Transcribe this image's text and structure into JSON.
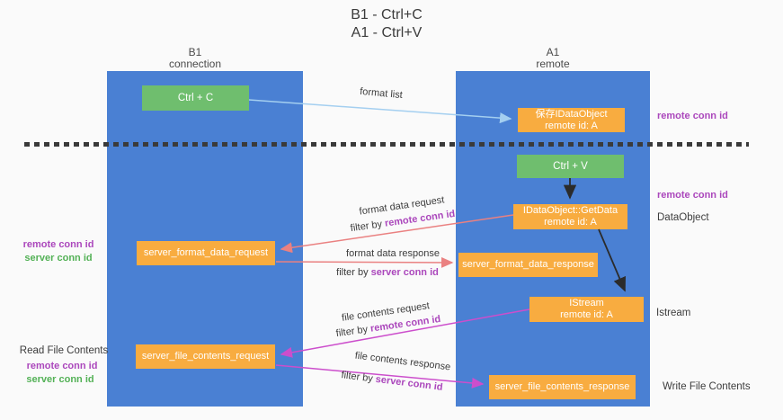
{
  "title": {
    "line1": "B1 - Ctrl+C",
    "line2": "A1 - Ctrl+V"
  },
  "columns": [
    {
      "name": "B1",
      "subtitle": "connection"
    },
    {
      "name": "A1",
      "subtitle": "remote"
    }
  ],
  "nodes": {
    "ctrl_c": "Ctrl + C",
    "ctrl_v": "Ctrl + V",
    "save_idataobject": {
      "line1": "保存IDataObject",
      "line2": "remote id: A"
    },
    "getdata": {
      "line1": "IDataObject::GetData",
      "line2": "remote id: A"
    },
    "istream": {
      "line1": "IStream",
      "line2": "remote id: A"
    },
    "format_data_request_box": "server_format_data_request",
    "format_data_response_box": "server_format_data_response",
    "file_contents_request_box": "server_file_contents_request",
    "file_contents_response_box": "server_file_contents_response"
  },
  "arrow_labels": {
    "format_list": "format list",
    "format_data_request": "format data request",
    "format_data_response": "format data response",
    "file_contents_request": "file contents request",
    "file_contents_response": "file contents response",
    "filter_by": "filter by ",
    "remote_conn_id": "remote conn id",
    "server_conn_id": "server conn id"
  },
  "side_labels": {
    "right_remote_conn_id_top": "remote conn id",
    "right_remote_conn_id_mid": "remote conn id",
    "right_dataobject": "DataObject",
    "right_istream": "Istream",
    "right_write_file_contents": "Write File Contents",
    "left_remote_conn_id_1": "remote conn id",
    "left_server_conn_id_1": "server conn id",
    "left_read_file_contents": "Read File Contents",
    "left_remote_conn_id_2": "remote conn id",
    "left_server_conn_id_2": "server conn id"
  },
  "colors": {
    "background": "#fafafa",
    "column_blue": "#4a80d3",
    "box_green": "#6fbe6e",
    "box_orange": "#f8ac40",
    "purple_text": "#ab47bc",
    "green_text": "#53b156",
    "dark_text": "#3c3c3c",
    "arrow_light_blue": "#a4cff0",
    "arrow_salmon": "#ea8181",
    "arrow_magenta": "#cc4ecc",
    "arrow_black": "#2b2b2b"
  }
}
